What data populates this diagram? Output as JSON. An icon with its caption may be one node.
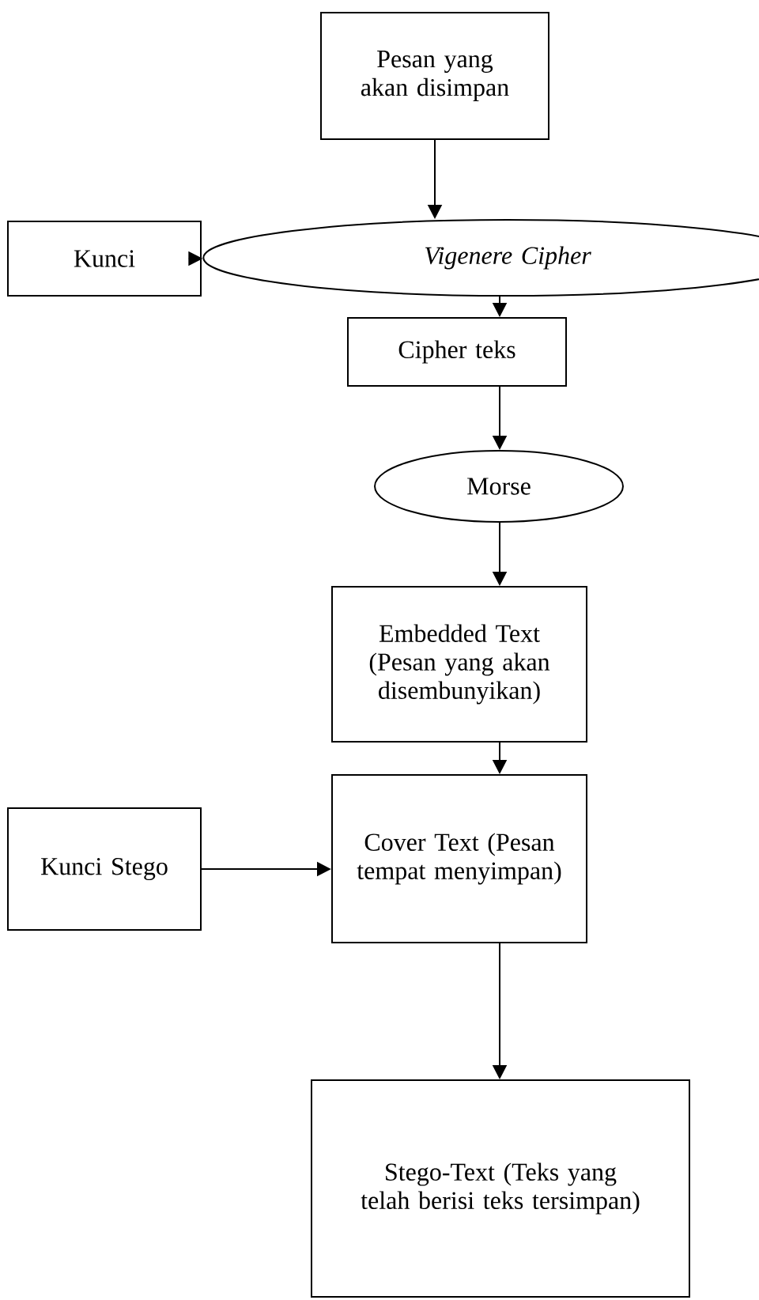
{
  "diagram": {
    "nodes": [
      {
        "text": [
          "Pesan yang akan disimpan"
        ]
      },
      {
        "text": [
          "Kunci"
        ]
      },
      {
        "text": [
          "Vigenere Cipher"
        ]
      },
      {
        "text": [
          "Cipher teks"
        ]
      },
      {
        "text": [
          "Morse"
        ]
      },
      {
        "text": [
          "Embedded Text (Pesan yang akan disembunyikan)"
        ]
      },
      {
        "text": [
          "Kunci Stego"
        ]
      },
      {
        "text": [
          "Cover Text (Pesan tempat menyimpan)"
        ]
      },
      {
        "text": [
          "Stego-Text (Teks yang telah berisi teks tersimpan)"
        ]
      }
    ],
    "edges": [
      {
        "from": 0,
        "to": 2,
        "arrow": "to"
      },
      {
        "from": 1,
        "to": 2,
        "arrow": "to"
      },
      {
        "from": 2,
        "to": 3,
        "arrow": "to"
      },
      {
        "from": 3,
        "to": 4,
        "arrow": "to"
      },
      {
        "from": 4,
        "to": 5,
        "arrow": "to"
      },
      {
        "from": 5,
        "to": 7,
        "arrow": "to"
      },
      {
        "from": 6,
        "to": 7,
        "arrow": "to"
      },
      {
        "from": 7,
        "to": 8,
        "arrow": "to"
      }
    ]
  }
}
